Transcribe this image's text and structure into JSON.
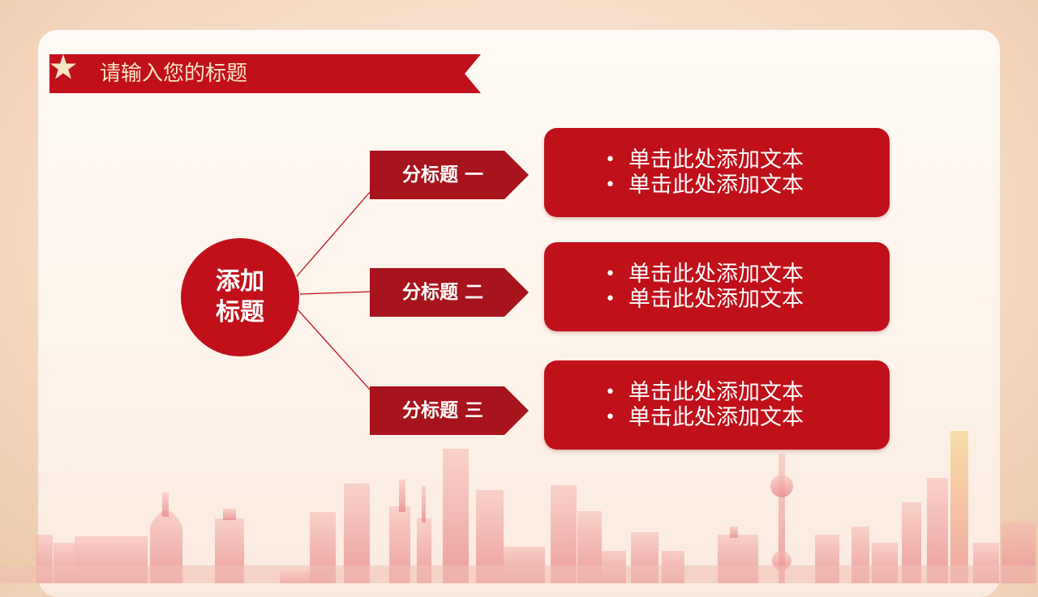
{
  "slide_title": "请输入您的标题",
  "center_node": {
    "line1": "添加",
    "line2": "标题"
  },
  "branches": [
    {
      "subtitle": "分标题 一",
      "bullets": [
        "单击此处添加文本",
        "单击此处添加文本"
      ]
    },
    {
      "subtitle": "分标题 二",
      "bullets": [
        "单击此处添加文本",
        "单击此处添加文本"
      ]
    },
    {
      "subtitle": "分标题 三",
      "bullets": [
        "单击此处添加文本",
        "单击此处添加文本"
      ]
    }
  ],
  "colors": {
    "primary_red": "#c2101a",
    "dark_red": "#a8141c",
    "title_text": "#f7e6c4",
    "skyline": "#e8a0a0"
  },
  "icons": {
    "title_icon": "star-icon"
  }
}
